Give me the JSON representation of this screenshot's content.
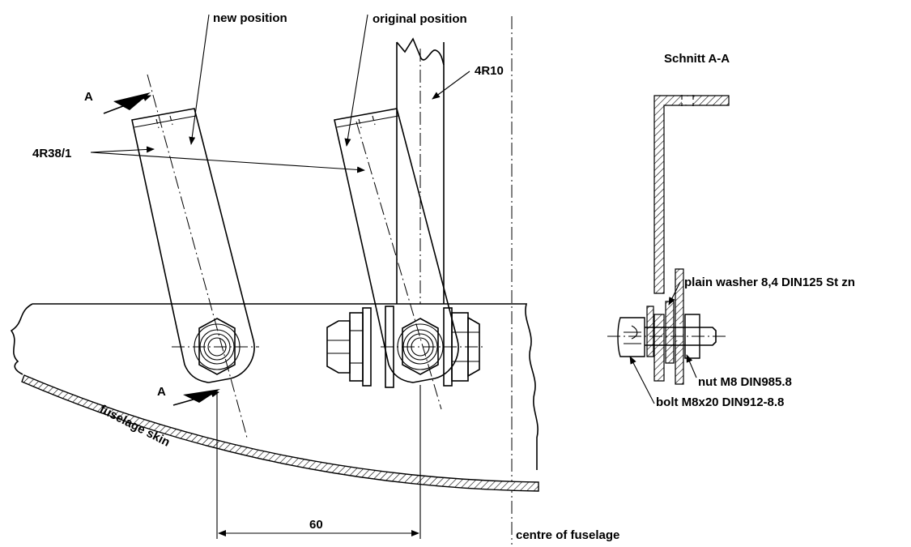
{
  "labels": {
    "new_position": "new position",
    "original_position": "original position",
    "part_4r10": "4R10",
    "part_4r38": "4R38/1",
    "section_title": "Schnitt A-A",
    "section_a_top": "A",
    "section_a_bottom": "A",
    "washer": "plain washer 8,4 DIN125 St zn",
    "nut": "nut M8 DIN985.8",
    "bolt": "bolt M8x20 DIN912-8.8",
    "skin": "fuselage skin",
    "dimension": "60",
    "centre": "centre of fuselage"
  },
  "colors": {
    "line": "#000000",
    "background": "#ffffff"
  }
}
